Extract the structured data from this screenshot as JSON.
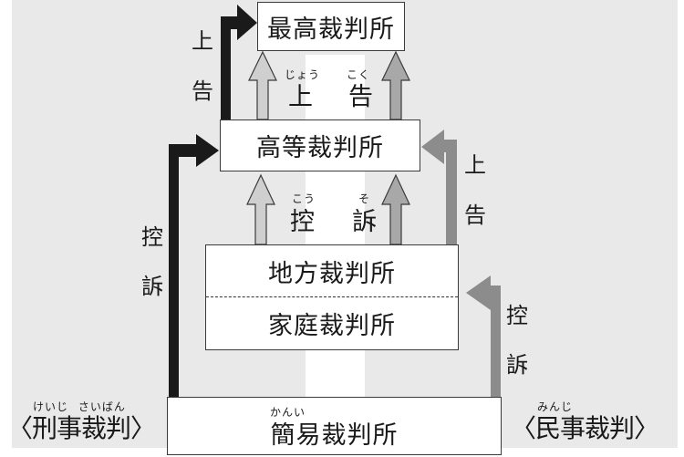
{
  "courts": {
    "supreme": "最高裁判所",
    "high": "高等裁判所",
    "district": "地方裁判所",
    "family": "家庭裁判所",
    "summary": "簡易裁判所",
    "summary_ruby": "かんい"
  },
  "appeals": {
    "jokoku": "上告",
    "jokoku_chars": [
      "上",
      "告"
    ],
    "jokoku_ruby": [
      "じょう",
      "こく"
    ],
    "koso": "控訴",
    "koso_chars": [
      "控",
      "訴"
    ],
    "koso_ruby": [
      "こう",
      "そ"
    ]
  },
  "categories": {
    "criminal": "〈刑事裁判〉",
    "criminal_ruby": "けいじ さいばん",
    "civil": "〈民事裁判〉",
    "civil_ruby": "みんじ"
  },
  "colors": {
    "criminal_arrow": "#1a1a1a",
    "civil_arrow": "#8c8c8c",
    "common_arrow_left": "#cfcfcf",
    "common_arrow_right": "#a8a8a8",
    "background": "#e9e9e9"
  }
}
